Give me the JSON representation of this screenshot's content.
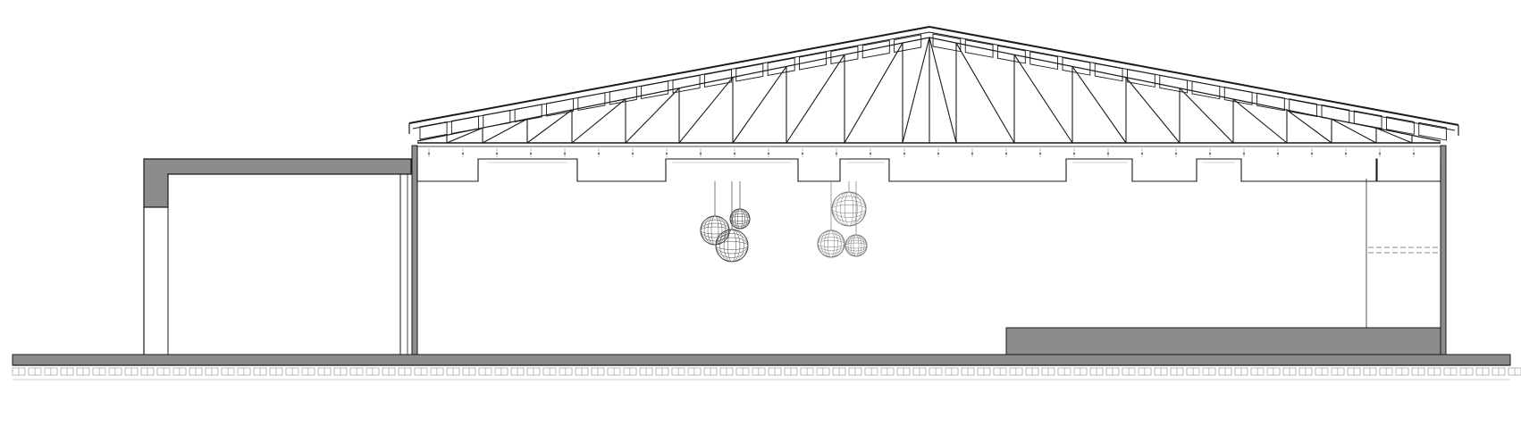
{
  "drawing": {
    "kind": "architectural building section",
    "has_text_labels": false,
    "colors": {
      "line": "#1a1a1a",
      "light_line": "#8a8a8a",
      "fill_gray": "#8c8c8c",
      "ground_hatch": "#b8b8b8",
      "background": "#ffffff"
    },
    "elements": [
      "section-cut-floor-slab",
      "annex-volume",
      "main-hall-walls",
      "pitched-roof",
      "roof-truss",
      "ceiling-coffers",
      "pendant-lights-group-left",
      "pendant-lights-group-right",
      "stage-platform",
      "ground-hatch"
    ]
  }
}
